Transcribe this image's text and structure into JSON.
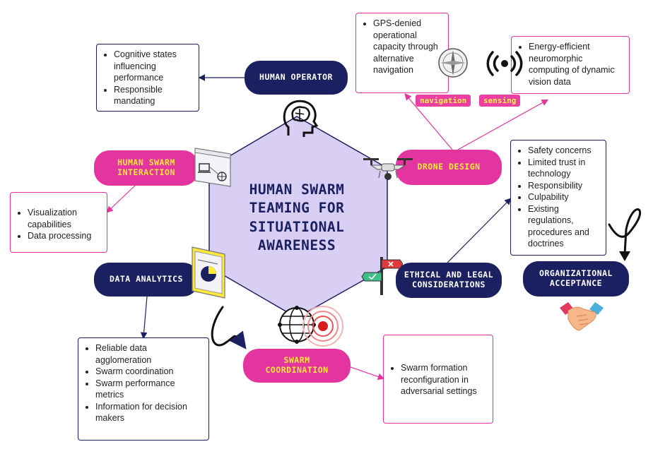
{
  "center": {
    "lines": [
      "HUMAN SWARM",
      "TEAMING FOR",
      "SITUATIONAL",
      "AWARENESS"
    ]
  },
  "nodes": {
    "human_operator": "HUMAN OPERATOR",
    "human_swarm_interaction": [
      "HUMAN SWARM",
      "INTERACTION"
    ],
    "drone_design": "DRONE DESIGN",
    "data_analytics": "DATA ANALYTICS",
    "ethical_legal": [
      "ETHICAL AND LEGAL",
      "CONSIDERATIONS"
    ],
    "swarm_coordination": "SWARM COORDINATION",
    "organizational_acceptance": [
      "ORGANIZATIONAL",
      "ACCEPTANCE"
    ]
  },
  "tags": {
    "navigation": "navigation",
    "sensing": "sensing"
  },
  "boxes": {
    "human_operator": [
      "Cognitive states influencing performance",
      "Responsible mandating"
    ],
    "gps": [
      "GPS-denied operational capacity through alternative navigation"
    ],
    "sensing": [
      "Energy-efficient neuromorphic computing of dynamic vision data"
    ],
    "hsi": [
      "Visualization capabilities",
      "Data processing"
    ],
    "ethics": [
      "Safety concerns",
      "Limited trust in technology",
      "Responsibility",
      "Culpability",
      "Existing regulations, procedures and doctrines"
    ],
    "data_analytics": [
      "Reliable data agglomeration",
      "Swarm coordination",
      "Swarm performance metrics",
      "Information for decision makers"
    ],
    "swarm_coordination": [
      "Swarm formation reconfiguration in adversarial settings"
    ]
  },
  "icons": [
    "brain-head-icon",
    "compass-icon",
    "radio-signal-icon",
    "drone-icon",
    "laptop-network-icon",
    "dashboard-chart-icon",
    "signpost-icon",
    "globe-network-icon",
    "radar-pulse-icon",
    "handshake-icon",
    "curly-arrow-icon",
    "loop-arrow-icon"
  ],
  "colors": {
    "navy": "#1b2060",
    "pink": "#e3349f",
    "yellow": "#ffe93a",
    "hexagon": "#d9cff4"
  }
}
